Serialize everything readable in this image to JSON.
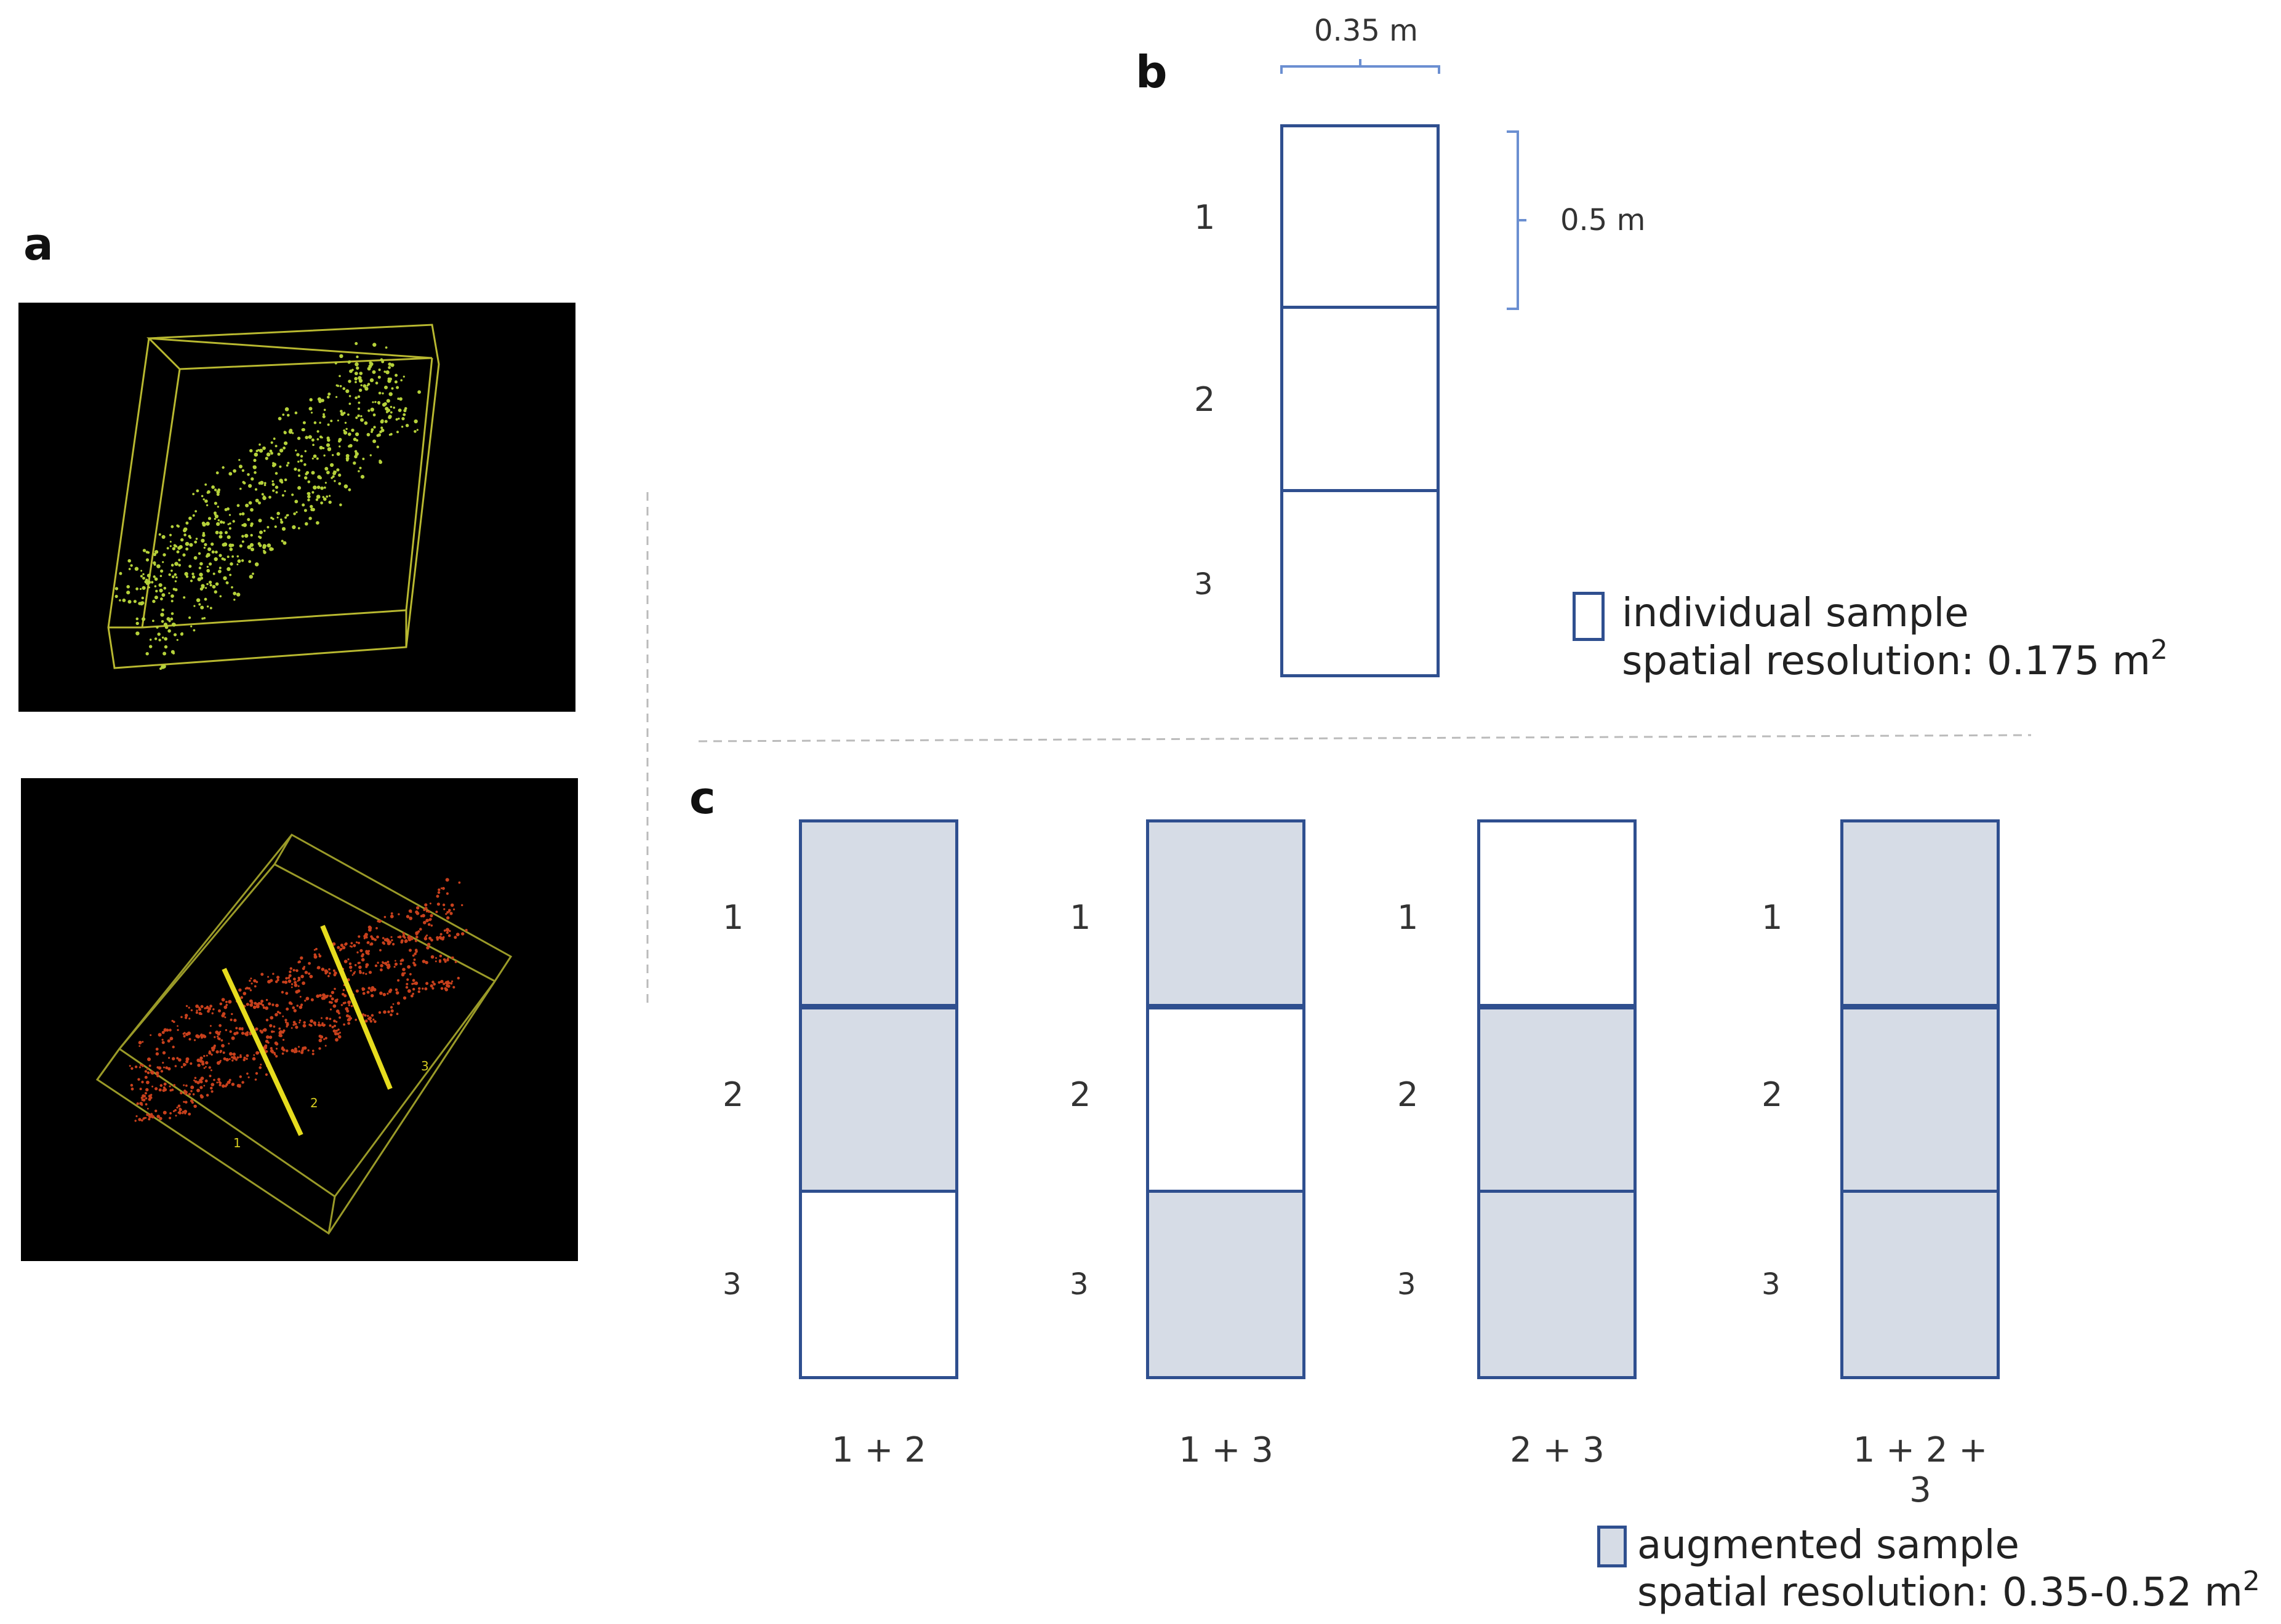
{
  "panels": {
    "a": {
      "letter": "a"
    },
    "b": {
      "letter": "b",
      "width_label": "0.35 m",
      "height_label": "0.5 m",
      "rows": [
        "1",
        "2",
        "3"
      ],
      "legend_line1": "individual sample",
      "legend_line2_prefix": "spatial resolution: 0.175 m",
      "legend_line2_sup": "2"
    },
    "c": {
      "letter": "c",
      "columns": [
        {
          "rows": [
            "1",
            "2",
            "3"
          ],
          "shaded": [
            true,
            true,
            false
          ],
          "caption": "1 + 2"
        },
        {
          "rows": [
            "1",
            "2",
            "3"
          ],
          "shaded": [
            true,
            false,
            true
          ],
          "caption": "1 + 3"
        },
        {
          "rows": [
            "1",
            "2",
            "3"
          ],
          "shaded": [
            false,
            true,
            true
          ],
          "caption": "2 + 3"
        },
        {
          "rows": [
            "1",
            "2",
            "3"
          ],
          "shaded": [
            true,
            true,
            true
          ],
          "caption": "1 + 2 + 3"
        }
      ],
      "legend_line1": "augmented sample",
      "legend_line2_prefix": "spatial resolution: 0.35-0.52 m",
      "legend_line2_sup": "2"
    },
    "pointcloud_labels": [
      "1",
      "2",
      "3"
    ]
  },
  "colors": {
    "outline": "#2f4f8f",
    "shade": "#d6dce6",
    "bracket": "#6b8fd1",
    "box_yellow": "#b8b830",
    "points_green": "#b5d13a",
    "points_red": "#c8401c",
    "line_yellow": "#e6dc1e"
  }
}
